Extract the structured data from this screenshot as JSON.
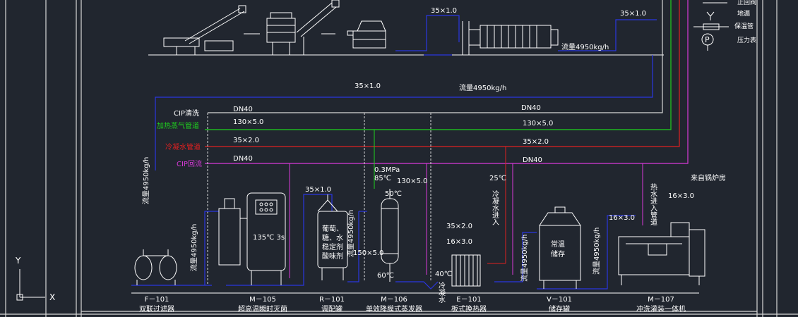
{
  "colors": {
    "background": "#21262f",
    "frame": "#d8d8d8",
    "equipment": "#ffffff",
    "product_line": "#2a36e0",
    "cip_wash": "#d8d8d8",
    "steam": "#1fd11f",
    "cooling_water": "#e02020",
    "cip_return": "#d93ad9",
    "label_white": "#ffffff"
  },
  "legend": {
    "item_top": "止回阀",
    "item_floor_drain": "地漏",
    "item_insulated": "保温管",
    "item_pressure": "压力表",
    "pressure_symbol": "P"
  },
  "pipe_labels": {
    "cip_wash": "CIP清洗",
    "steam": "加热蒸气管道",
    "cooling": "冷凝水管道",
    "cip_return": "CIP回流"
  },
  "specs": {
    "s35x1_a": "35×1.0",
    "s35x1_b": "35×1.0",
    "s35x1_c": "35×1.0",
    "s35x1_d": "35×1.0",
    "s130x5_a": "130×5.0",
    "s130x5_b": "130×5.0",
    "s130x5_c": "130×5.0",
    "s35x2_a": "35×2.0",
    "s35x2_b": "35×2.0",
    "s35x2_c": "35×2.0",
    "s16x3_a": "16×3.0",
    "s16x3_b": "16×3.0",
    "s16x3_c": "16×3.0",
    "s150x5": "150×5.0",
    "dn40_a": "DN40",
    "dn40_b": "DN40",
    "dn40_c": "DN40",
    "dn40_d": "DN40"
  },
  "flow": {
    "top_right": "流量4950kg/h",
    "mid": "流量4950kg/h",
    "v_left": "流量4950kg/h",
    "v_f101": "流量4950kg/h",
    "v_r101": "流量4950kg/h",
    "v_b101": "流量4950kg/h",
    "v_v101": "流量4950kg/h"
  },
  "annotations": {
    "temp_135": "135℃ 3s",
    "pressure_03": "0.3MPa",
    "temp_85": "85℃",
    "temp_50": "50℃",
    "temp_60": "60℃",
    "temp_25": "25℃",
    "temp_40": "40℃",
    "cooling_in": "冷凝水进入",
    "cooling_v2": "冷凝水",
    "hot_water_in": "热水进入管道",
    "boiler": "来自锅炉房",
    "r101_content": [
      "葡萄、",
      "糖、水",
      "稳定剂",
      "酸味剂"
    ],
    "v101_content": [
      "常温",
      "储存"
    ]
  },
  "equipment": [
    {
      "code": "F－101",
      "name": "双联过滤器"
    },
    {
      "code": "M－105",
      "name": "超高温瞬时灭菌"
    },
    {
      "code": "R－101",
      "name": "调配罐"
    },
    {
      "code": "M－106",
      "name": "单效降膜式蒸发器"
    },
    {
      "code": "E－101",
      "name": "板式换热器"
    },
    {
      "code": "V－101",
      "name": "储存罐"
    },
    {
      "code": "M－107",
      "name": "冲洗灌装一体机"
    }
  ],
  "axis": {
    "y": "Y",
    "x": "X"
  }
}
